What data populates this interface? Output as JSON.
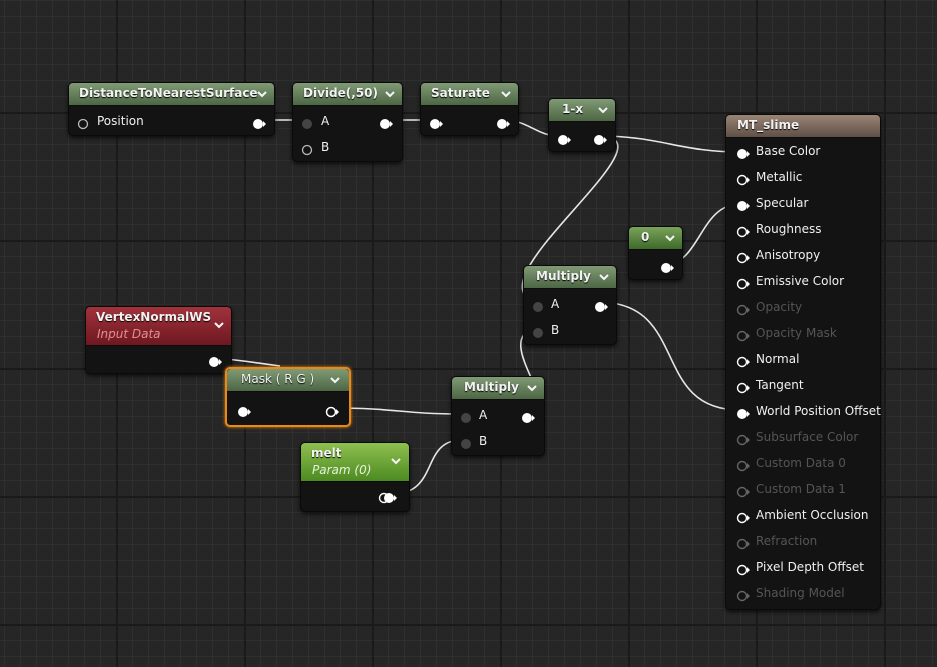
{
  "nodes": {
    "dist": {
      "title": "DistanceToNearestSurface",
      "pins": {
        "position": "Position"
      }
    },
    "divide": {
      "title": "Divide(,50)",
      "pins": {
        "a": "A",
        "b": "B"
      }
    },
    "saturate": {
      "title": "Saturate"
    },
    "oneminus": {
      "title": "1-x"
    },
    "const0": {
      "title": "0"
    },
    "vertexnormal": {
      "title": "VertexNormalWS",
      "subtitle": "Input Data"
    },
    "mask": {
      "title": "Mask ( R G )"
    },
    "multiply1": {
      "title": "Multiply",
      "pins": {
        "a": "A",
        "b": "B"
      }
    },
    "multiply2": {
      "title": "Multiply",
      "pins": {
        "a": "A",
        "b": "B"
      }
    },
    "melt": {
      "title": "melt",
      "subtitle": "Param (0)"
    },
    "output": {
      "title": "MT_slime",
      "pins": [
        {
          "label": "Base Color",
          "enabled": true,
          "connected": true
        },
        {
          "label": "Metallic",
          "enabled": true,
          "connected": false
        },
        {
          "label": "Specular",
          "enabled": true,
          "connected": true
        },
        {
          "label": "Roughness",
          "enabled": true,
          "connected": false
        },
        {
          "label": "Anisotropy",
          "enabled": true,
          "connected": false
        },
        {
          "label": "Emissive Color",
          "enabled": true,
          "connected": false
        },
        {
          "label": "Opacity",
          "enabled": false,
          "connected": false
        },
        {
          "label": "Opacity Mask",
          "enabled": false,
          "connected": false
        },
        {
          "label": "Normal",
          "enabled": true,
          "connected": false
        },
        {
          "label": "Tangent",
          "enabled": true,
          "connected": false
        },
        {
          "label": "World Position Offset",
          "enabled": true,
          "connected": true
        },
        {
          "label": "Subsurface Color",
          "enabled": false,
          "connected": false
        },
        {
          "label": "Custom Data 0",
          "enabled": false,
          "connected": false
        },
        {
          "label": "Custom Data 1",
          "enabled": false,
          "connected": false
        },
        {
          "label": "Ambient Occlusion",
          "enabled": true,
          "connected": false
        },
        {
          "label": "Refraction",
          "enabled": false,
          "connected": false
        },
        {
          "label": "Pixel Depth Offset",
          "enabled": true,
          "connected": false
        },
        {
          "label": "Shading Model",
          "enabled": false,
          "connected": false
        }
      ]
    }
  },
  "colors": {
    "header_green": "#5f7a55",
    "header_red": "#8a2530",
    "header_param": "#6aa636",
    "header_output": "#7a6a5e",
    "selection": "#e8891a",
    "wire": "#e6e6e6"
  }
}
